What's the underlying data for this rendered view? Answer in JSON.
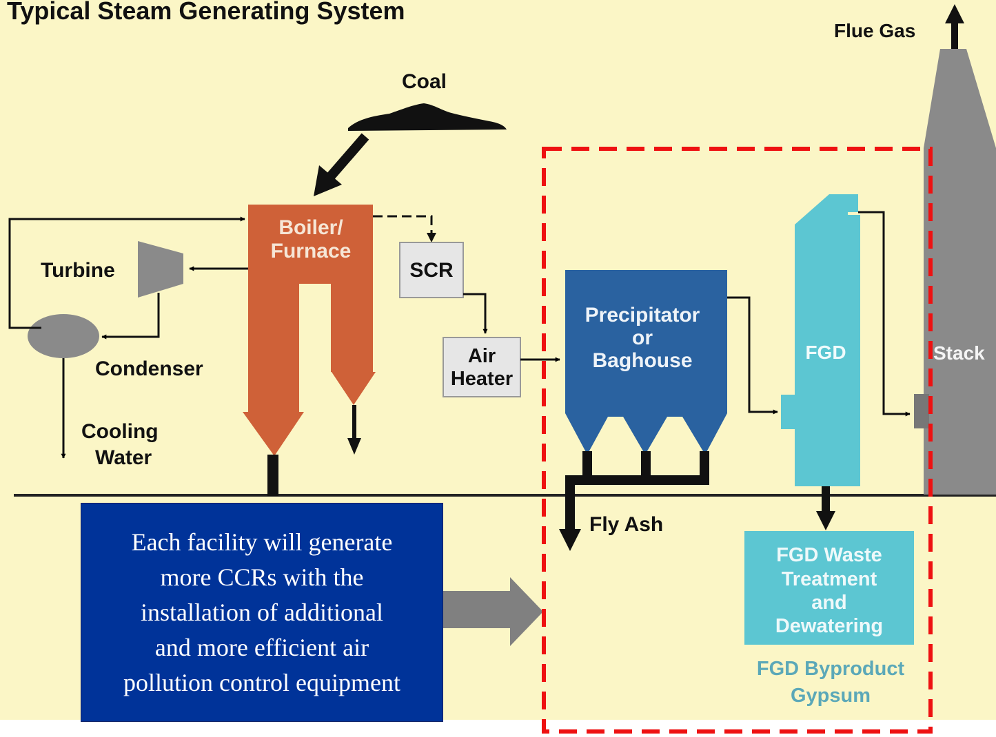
{
  "diagram": {
    "title": "Typical Steam Generating System",
    "labels": {
      "flue_gas": "Flue Gas",
      "coal": "Coal",
      "boiler_line1": "Boiler/",
      "boiler_line2": "Furnace",
      "scr": "SCR",
      "turbine": "Turbine",
      "air_heater_line1": "Air",
      "air_heater_line2": "Heater",
      "precipitator_line1": "Precipitator",
      "precipitator_line2": "or",
      "precipitator_line3": "Baghouse",
      "fgd": "FGD",
      "stack": "Stack",
      "condenser": "Condenser",
      "cooling_line1": "Cooling",
      "cooling_line2": "Water",
      "fly_ash": "Fly Ash",
      "fgd_waste_line1": "FGD Waste",
      "fgd_waste_line2": "Treatment",
      "fgd_waste_line3": "and",
      "fgd_waste_line4": "Dewatering",
      "byproduct_line1": "FGD Byproduct",
      "byproduct_line2": "Gypsum"
    },
    "callout_text": "Each facility will generate\nmore CCRs with the\ninstallation of additional\nand more efficient air\npollution control equipment",
    "colors": {
      "background": "#fbf6c6",
      "boiler": "#cf6138",
      "precipitator": "#2a62a0",
      "fgd": "#5cc6d2",
      "stack": "#8a8a8a",
      "callout": "#003399",
      "highlight": "#ee1111",
      "arrow": "#808080"
    }
  }
}
